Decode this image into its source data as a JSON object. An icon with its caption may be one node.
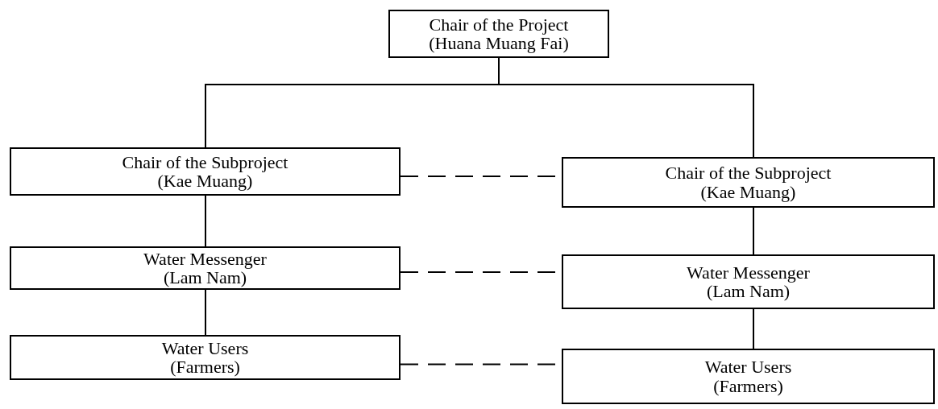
{
  "diagram": {
    "nodes": [
      {
        "text": [
          "Chair of the Project",
          "(Huana Muang Fai)"
        ]
      },
      {
        "text": [
          "Chair of the Subproject",
          "(Kae Muang)"
        ]
      },
      {
        "text": [
          "Chair of the Subproject",
          "(Kae Muang)"
        ]
      },
      {
        "text": [
          "Water Messenger",
          "(Lam Nam)"
        ]
      },
      {
        "text": [
          "Water Messenger",
          "(Lam Nam)"
        ]
      },
      {
        "text": [
          "Water Users",
          "(Farmers)"
        ]
      },
      {
        "text": [
          "Water Users",
          "(Farmers)"
        ]
      }
    ],
    "edges": [
      {
        "from": 0,
        "to": 1,
        "arrow": "none"
      },
      {
        "from": 0,
        "to": 2,
        "arrow": "none"
      },
      {
        "from": 1,
        "to": 2,
        "arrow": "none",
        "style": "dashed"
      },
      {
        "from": 1,
        "to": 3,
        "arrow": "none"
      },
      {
        "from": 2,
        "to": 4,
        "arrow": "none"
      },
      {
        "from": 3,
        "to": 4,
        "arrow": "none",
        "style": "dashed"
      },
      {
        "from": 3,
        "to": 5,
        "arrow": "none"
      },
      {
        "from": 4,
        "to": 6,
        "arrow": "none"
      },
      {
        "from": 5,
        "to": 6,
        "arrow": "none",
        "style": "dashed"
      }
    ]
  }
}
